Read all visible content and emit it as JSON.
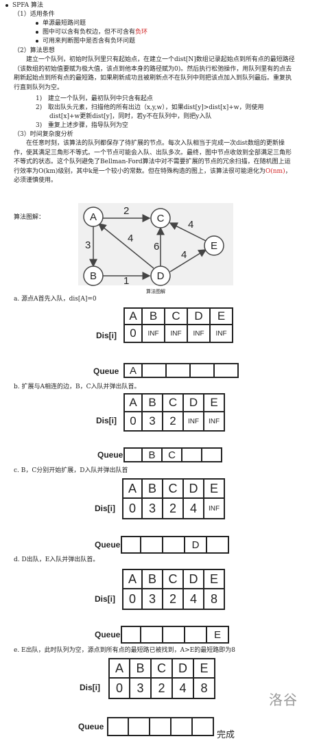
{
  "title": "SPFA 算法",
  "s1": {
    "heading": "（1）适用条件",
    "items": [
      "单源最短路问题",
      "图中可以含有负权边，但不可含有",
      "可用来判断图中是否含有负环问题"
    ],
    "red": "负环"
  },
  "s2": {
    "heading": "（2）算法思想",
    "para": "建立一个队列，初始时队列里只有起始点，在建立一个dist[N]数组记录起始点到所有点的最短路径（该数组的初始值要赋为极大值，该点到他本身的路径赋为0)。然后执行松弛操作，用队列里有的点去刷新起始点到所有点的最短路，如果刷新成功且被刷新点不在队列中则把该点加入到队列最后。重复执行直到队列为空。",
    "steps": [
      {
        "num": "1)",
        "text": "建立一个队列，最初队列中只含有起点"
      },
      {
        "num": "2)",
        "text": "取出队头元素，扫描他的所有出边（x,y,w），如果dist[y]>dist[x]+w，则使用"
      },
      {
        "num": "",
        "text": "dist[x]+w更新dist[y]，同时，若y不在队列中，则把y入队"
      },
      {
        "num": "3)",
        "text": "重复上述步骤，指导队列为空"
      }
    ]
  },
  "s3": {
    "heading": "（3）时间复杂度分析",
    "para_a": "在任意时刻，该算法的队列都保存了待扩展的节点。每次入队相当于完成一次dist数组的更新操作，使其满足三角形不等式。一个节点可能会入队、出队多次。最终，图中节点收敛到全部满足三角形不等式的状态。这个队列避免了Bellman-Ford算法中对不需要扩展的节点的冗余扫描，在随机图上运行效率为O(km)级别，其中k是一个较小的常数。但在特殊构造的图上，该算法很可能退化为",
    "red": "O(nm)",
    "para_b": "，必须谨慎使用。"
  },
  "diagram": {
    "intro": "算法图解：",
    "caption": "算法图解",
    "nodes": [
      "A",
      "B",
      "C",
      "D",
      "E"
    ],
    "edges": [
      {
        "from": "A",
        "to": "C",
        "w": "2"
      },
      {
        "from": "A",
        "to": "B",
        "w": "3"
      },
      {
        "from": "D",
        "to": "A",
        "w": "4"
      },
      {
        "from": "B",
        "to": "D",
        "w": "1"
      },
      {
        "from": "D",
        "to": "C",
        "w": "6"
      },
      {
        "from": "E",
        "to": "C",
        "w": "4"
      },
      {
        "from": "D",
        "to": "E",
        "w": "4"
      }
    ]
  },
  "labels": {
    "dis": "Dis[i]",
    "queue": "Queue",
    "headers": [
      "A",
      "B",
      "C",
      "D",
      "E"
    ],
    "done": "完成"
  },
  "steps": [
    {
      "text": "a.  源点A首先入队，dis[A]=0",
      "dis": [
        "0",
        "INF",
        "INF",
        "INF",
        "INF"
      ],
      "queue": [
        "A",
        "",
        "",
        "",
        ""
      ]
    },
    {
      "text": "b.  扩展与A相连的边，B，C入队并弹出队首。",
      "dis": [
        "0",
        "3",
        "2",
        "INF",
        "INF"
      ],
      "queue": [
        "",
        "B",
        "C",
        "",
        ""
      ]
    },
    {
      "text": "c.  B，C分别开始扩展，D入队并弹出队首",
      "dis": [
        "0",
        "3",
        "2",
        "4",
        "INF"
      ],
      "queue": [
        "",
        "",
        "",
        "D",
        ""
      ]
    },
    {
      "text": "d.  D出队，E入队并弹出队首。",
      "dis": [
        "0",
        "3",
        "2",
        "4",
        "8"
      ],
      "queue": [
        "",
        "",
        "",
        "",
        "E"
      ]
    },
    {
      "text": "e.  E出队，此时队列为空，源点到所有点的最短路已被找到，A>E的最短路即为8",
      "dis": [
        "0",
        "3",
        "2",
        "4",
        "8"
      ],
      "queue": [
        "",
        "",
        "",
        "",
        ""
      ]
    }
  ],
  "watermark": "洛谷"
}
